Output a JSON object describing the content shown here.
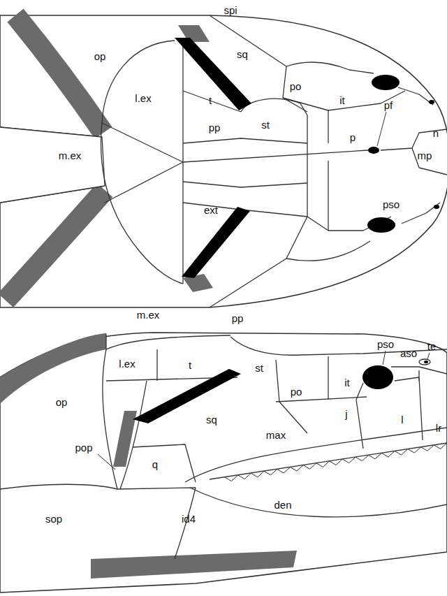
{
  "diagram": {
    "labels": [
      "spi",
      "op",
      "sq",
      "po",
      "l.ex",
      "t",
      "st",
      "it",
      "pf",
      "n",
      "pp",
      "p",
      "mp",
      "m.ex",
      "ext",
      "pso",
      "m.ex",
      "pp",
      "pso",
      "aso",
      "te",
      "l.ex",
      "t",
      "st",
      "po",
      "it",
      "op",
      "sq",
      "j",
      "l",
      "lr",
      "max",
      "pop",
      "q",
      "den",
      "sop",
      "id4"
    ]
  }
}
